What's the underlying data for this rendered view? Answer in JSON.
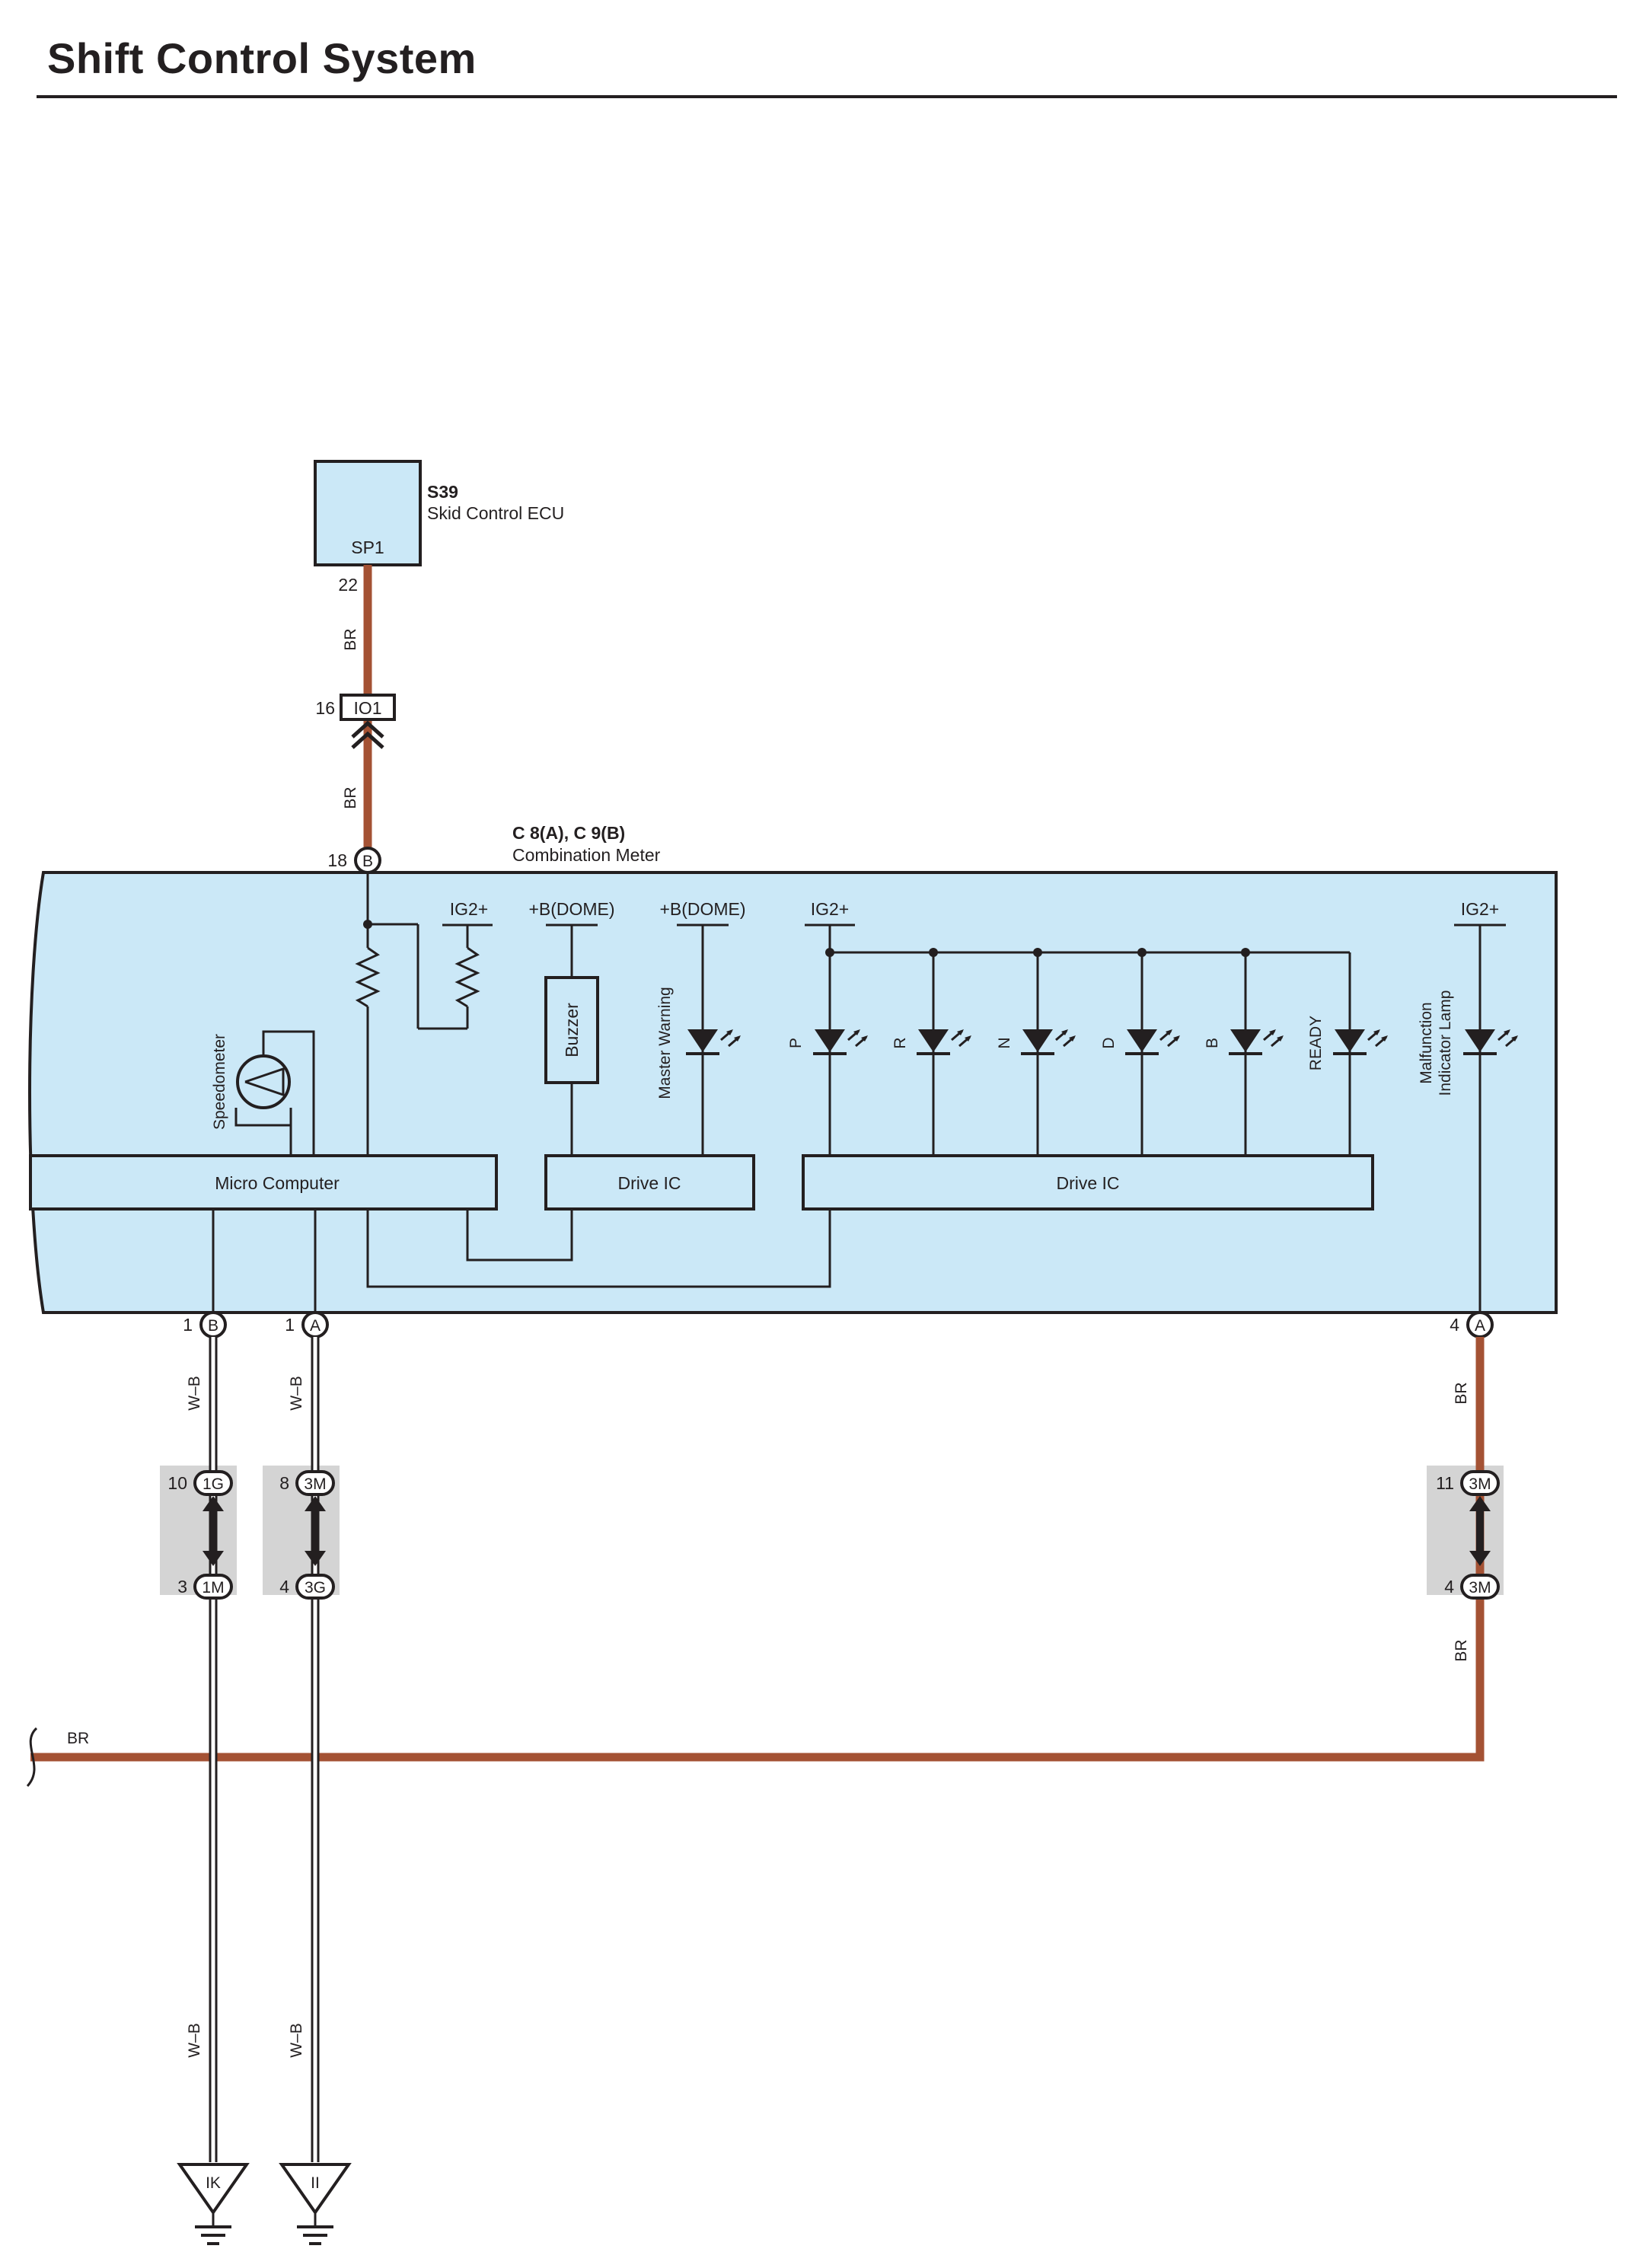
{
  "page": {
    "title": "Shift Control System"
  },
  "components": {
    "skid_ecu": {
      "code": "S39",
      "name": "Skid Control ECU",
      "terminal": "SP1",
      "pin": "22"
    },
    "meter": {
      "code": "C 8(A), C 9(B)",
      "name": "Combination Meter"
    }
  },
  "junction": {
    "pin": "16",
    "name": "IO1"
  },
  "connector_pins": {
    "top": {
      "pin": "18",
      "letter": "B"
    },
    "b1": {
      "pin": "1",
      "letter": "B"
    },
    "a1": {
      "pin": "1",
      "letter": "A"
    },
    "a4": {
      "pin": "4",
      "letter": "A"
    }
  },
  "wire_colors": {
    "br": "BR",
    "wb": "W–B"
  },
  "power_labels": {
    "ig2_1": "IG2+",
    "bdome_1": "+B(DOME)",
    "bdome_2": "+B(DOME)",
    "ig2_2": "IG2+",
    "ig2_3": "IG2+"
  },
  "internal": {
    "buzzer": "Buzzer",
    "speedometer": "Speedometer",
    "master_warning": "Master Warning",
    "micro_computer": "Micro Computer",
    "drive_ic_1": "Drive IC",
    "drive_ic_2": "Drive IC",
    "indicators": [
      "P",
      "R",
      "N",
      "D",
      "B",
      "READY"
    ],
    "malfunction_1": "Malfunction",
    "malfunction_2": "Indicator Lamp"
  },
  "splices": {
    "s1": {
      "top_pin": "10",
      "top_code": "1G",
      "bottom_pin": "3",
      "bottom_code": "1M"
    },
    "s2": {
      "top_pin": "8",
      "top_code": "3M",
      "bottom_pin": "4",
      "bottom_code": "3G"
    },
    "s3": {
      "top_pin": "11",
      "top_code": "3M",
      "bottom_pin": "4",
      "bottom_code": "3M"
    }
  },
  "grounds": {
    "g1": "IK",
    "g2": "II"
  },
  "colors": {
    "box_fill": "#cbe8f7",
    "wire_br": "#a45234",
    "splice_gray": "#d4d4d4",
    "ink": "#231f20"
  }
}
